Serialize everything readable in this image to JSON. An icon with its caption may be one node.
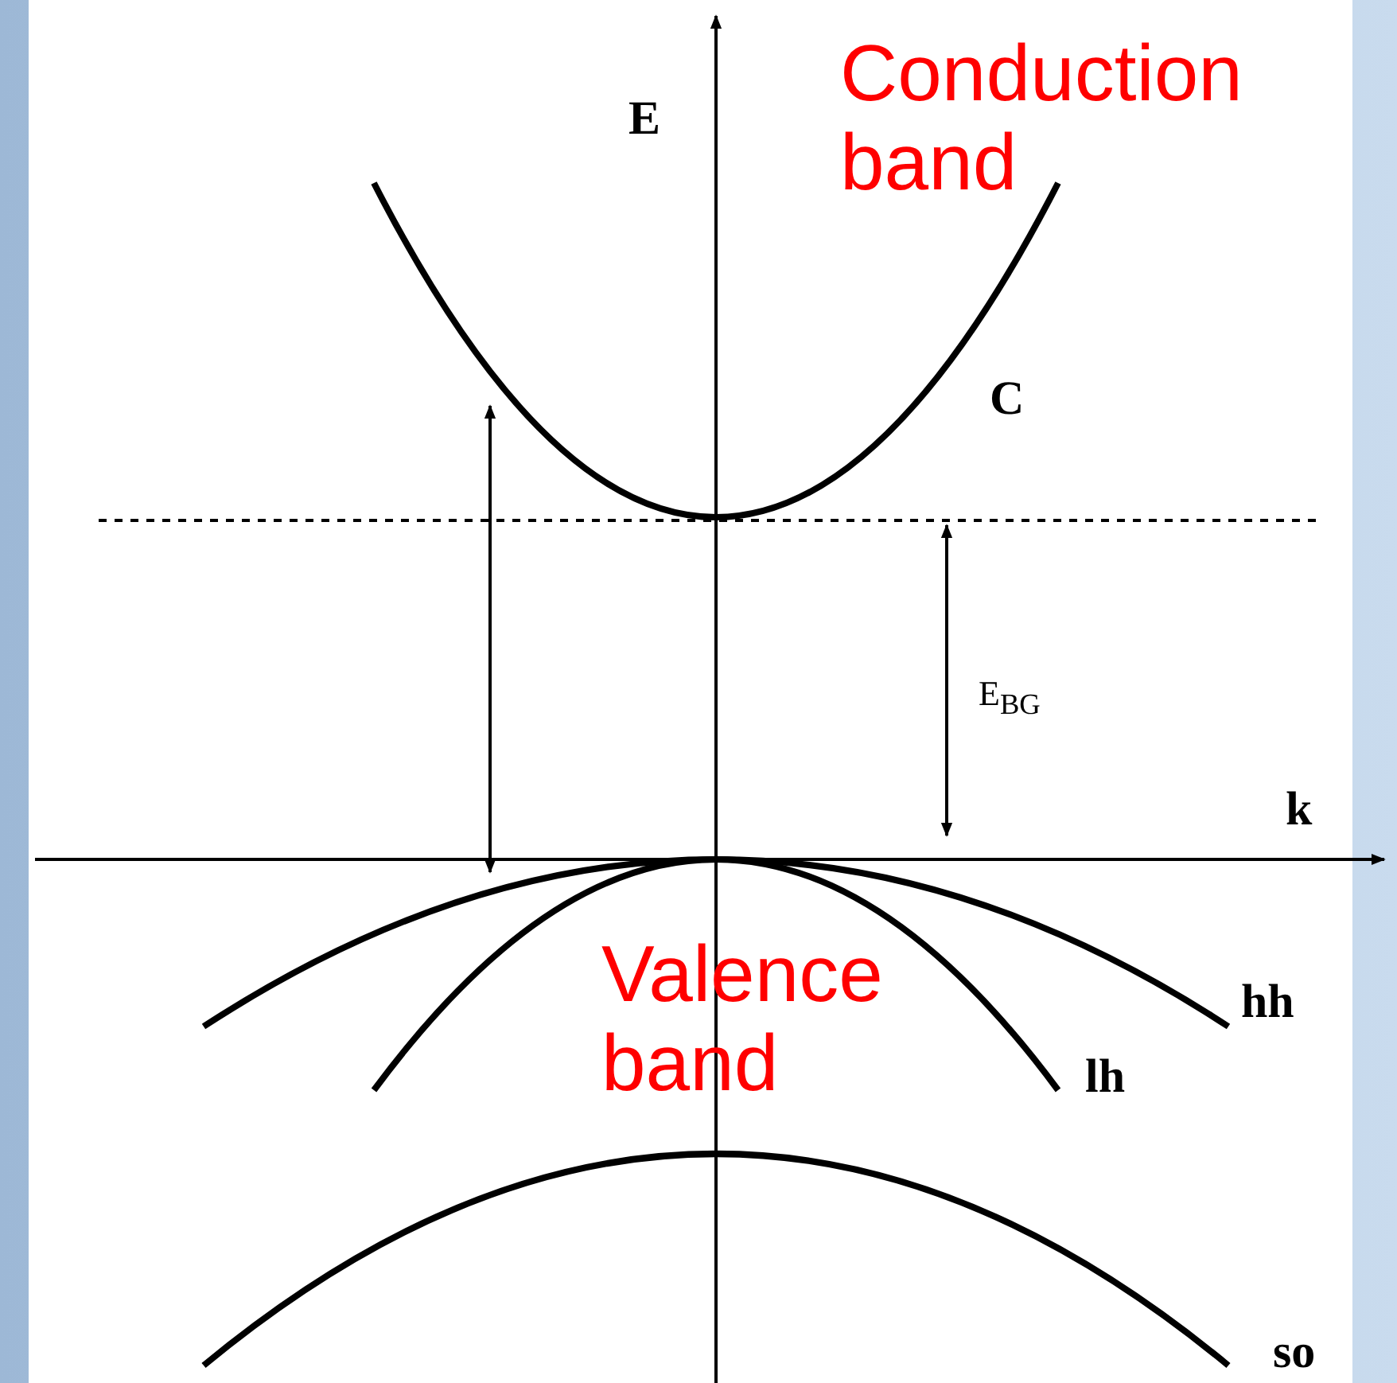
{
  "diagram": {
    "labels": [
      "E",
      "Conduction band",
      "C",
      "E$_{BG}$",
      "k",
      "Valence band",
      "hh",
      "lh",
      "so"
    ]
  }
}
